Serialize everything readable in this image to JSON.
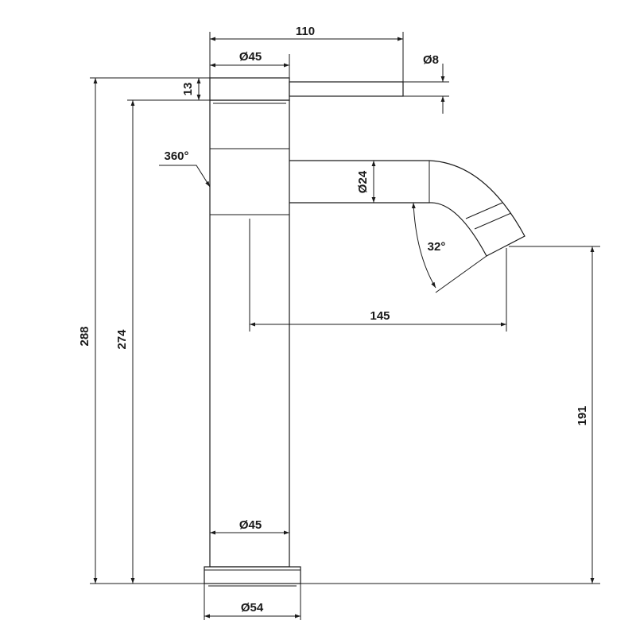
{
  "dimensions": {
    "handle_reach": "110",
    "top_diameter": "Ø45",
    "lever_diameter": "Ø8",
    "cap_height": "13",
    "rotation": "360°",
    "spout_diameter": "Ø24",
    "spout_angle": "32°",
    "spout_reach": "145",
    "total_height": "288",
    "body_height": "274",
    "spout_clearance": "191",
    "lower_diameter": "Ø45",
    "base_diameter": "Ø54"
  },
  "colors": {
    "line": "#1a1a1a",
    "background": "#ffffff"
  }
}
